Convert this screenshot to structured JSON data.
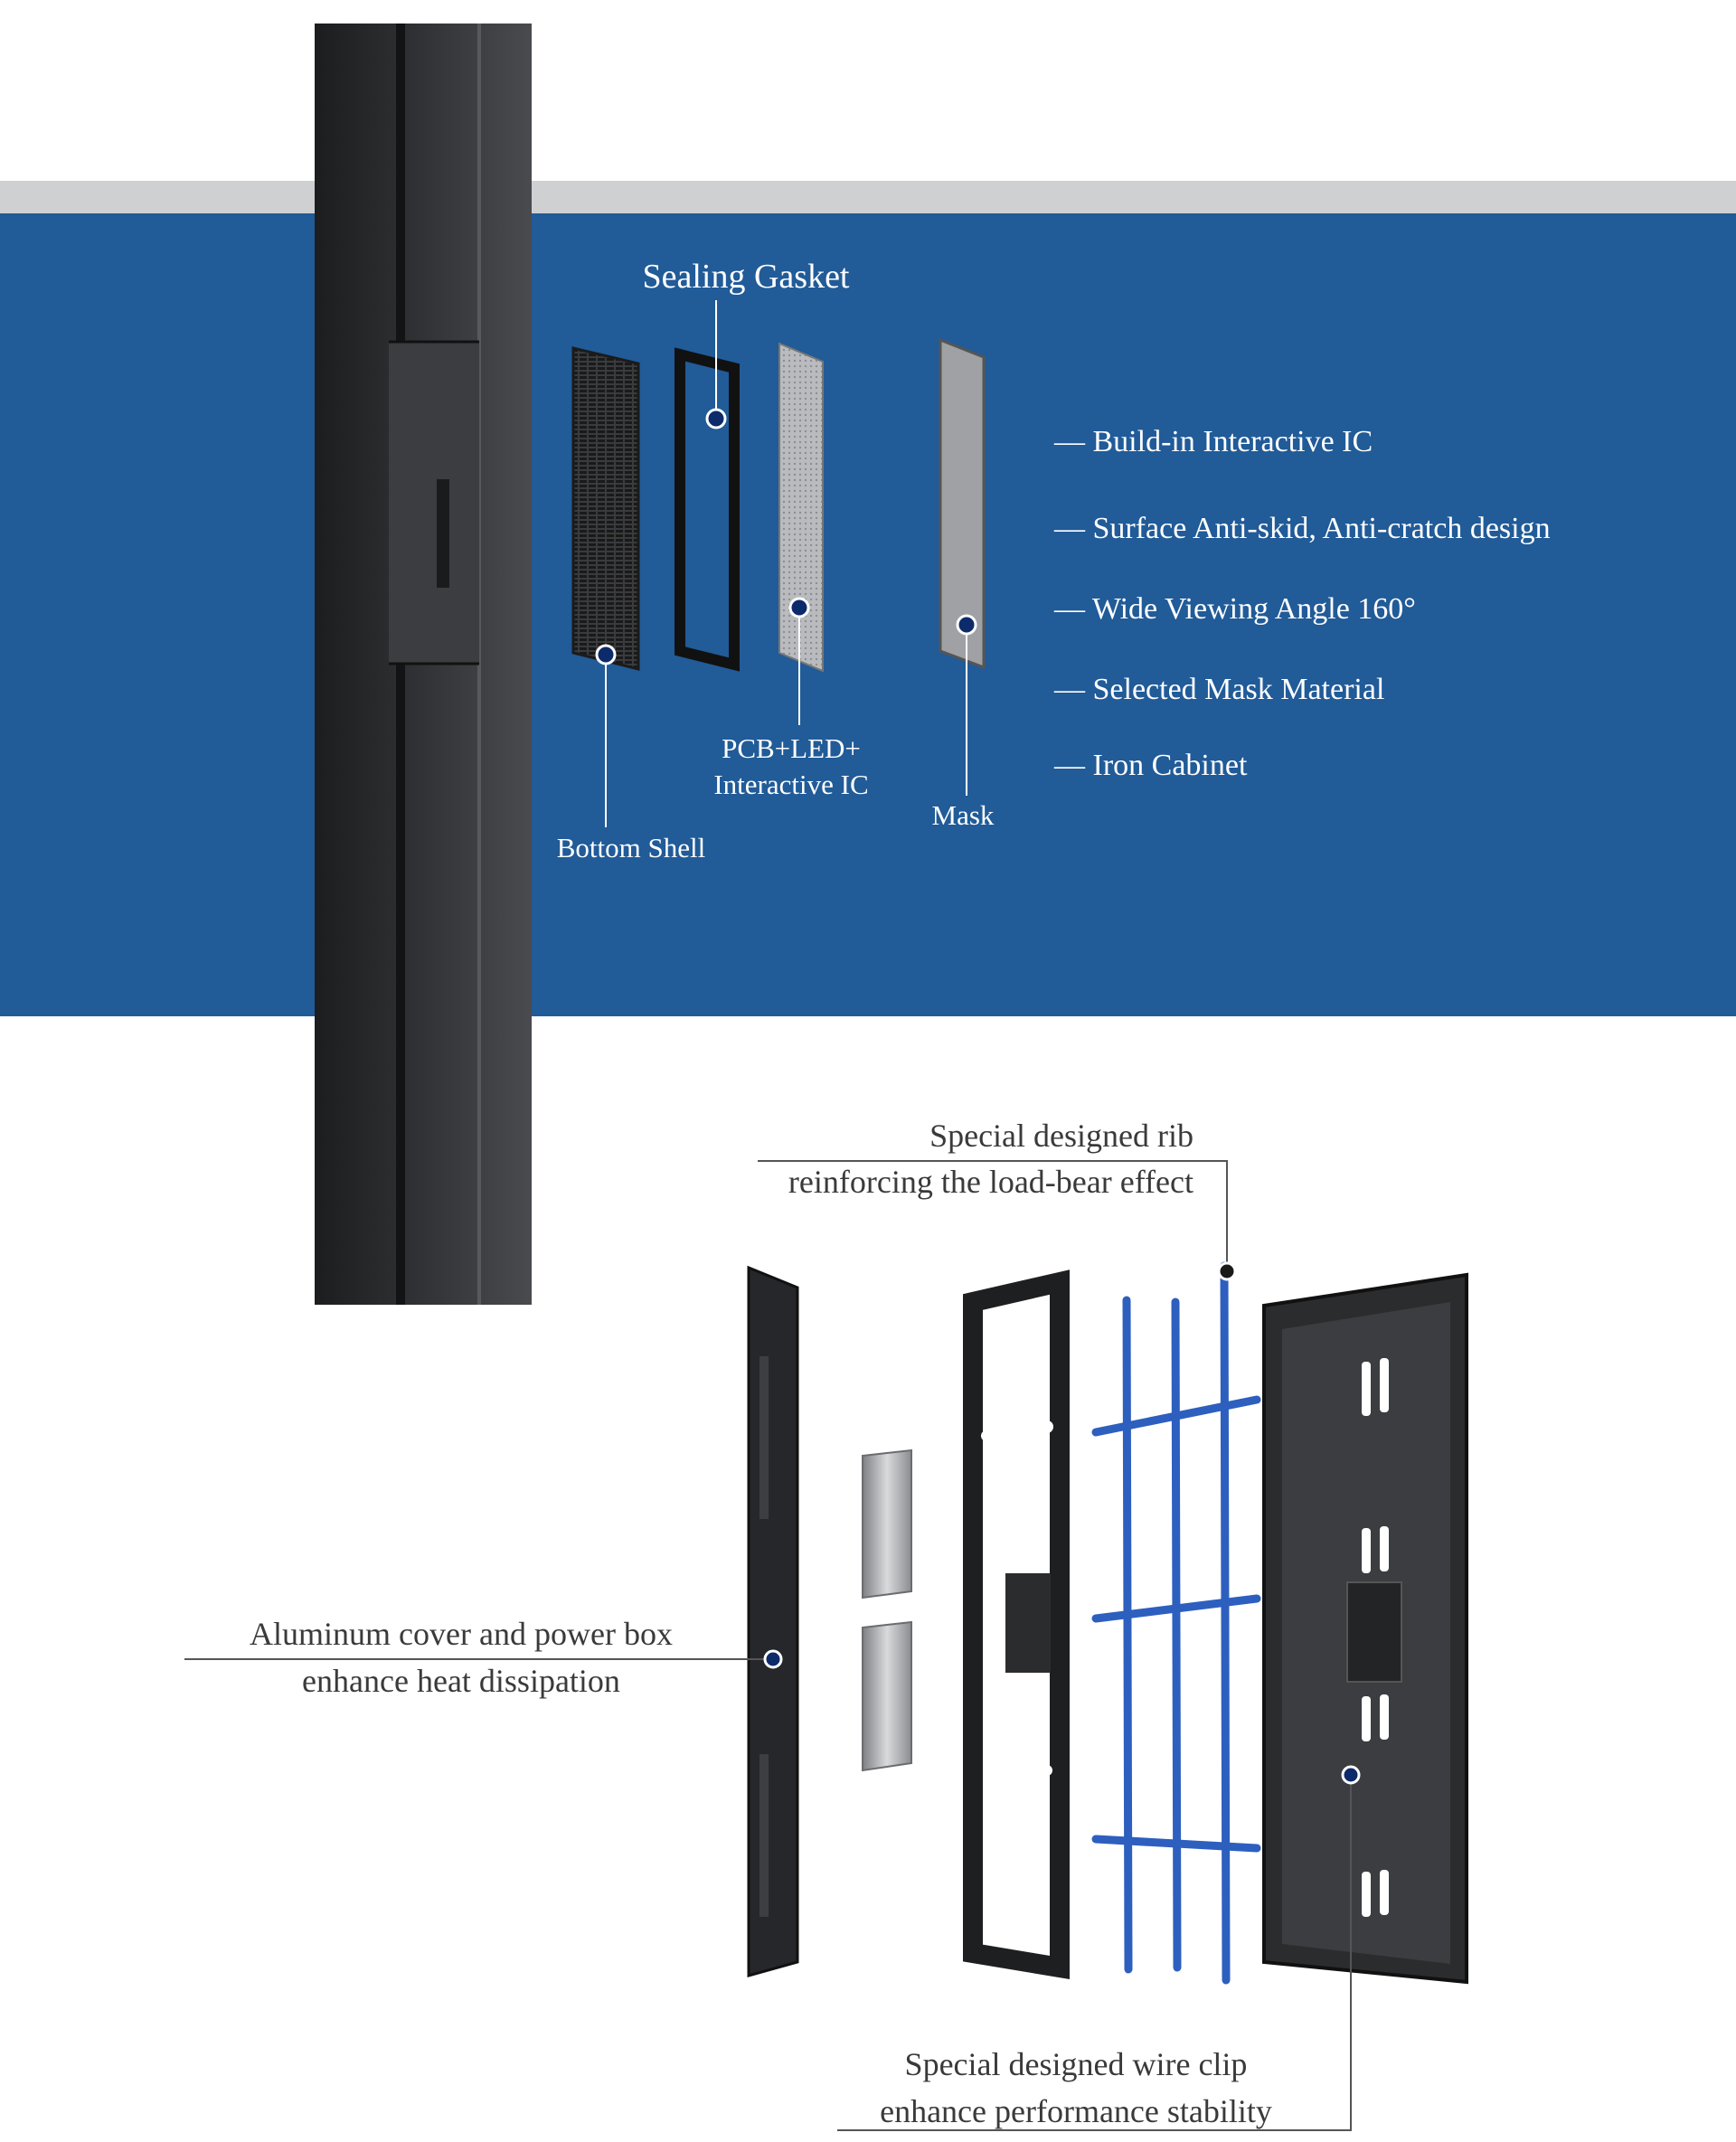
{
  "colors": {
    "panel_blue": "#215b98",
    "panel_gray": "#cfd0d2",
    "callout_dot": "#0d2b6b",
    "rib_blue": "#2d5fbf",
    "cabinet_dark": "#2b2c2e"
  },
  "top_panel": {
    "parts": [
      {
        "id": "sealing_gasket",
        "label": "Sealing Gasket"
      },
      {
        "id": "bottom_shell",
        "label": "Bottom Shell"
      },
      {
        "id": "pcb",
        "label_line1": "PCB+LED+",
        "label_line2": "Interactive IC"
      },
      {
        "id": "mask",
        "label": "Mask"
      }
    ],
    "features": [
      "— Build-in Interactive IC",
      "— Surface Anti-skid, Anti-cratch design",
      "— Wide Viewing Angle 160°",
      "— Selected Mask Material",
      "—  Iron Cabinet"
    ]
  },
  "bottom_panel": {
    "callouts": [
      {
        "id": "rib",
        "line1": "Special designed rib",
        "line2": "reinforcing the load-bear effect"
      },
      {
        "id": "aluminum",
        "line1": "Aluminum cover and power box",
        "line2": "enhance heat dissipation"
      },
      {
        "id": "wire_clip",
        "line1": "Special designed wire clip",
        "line2": "enhance performance stability"
      }
    ]
  }
}
